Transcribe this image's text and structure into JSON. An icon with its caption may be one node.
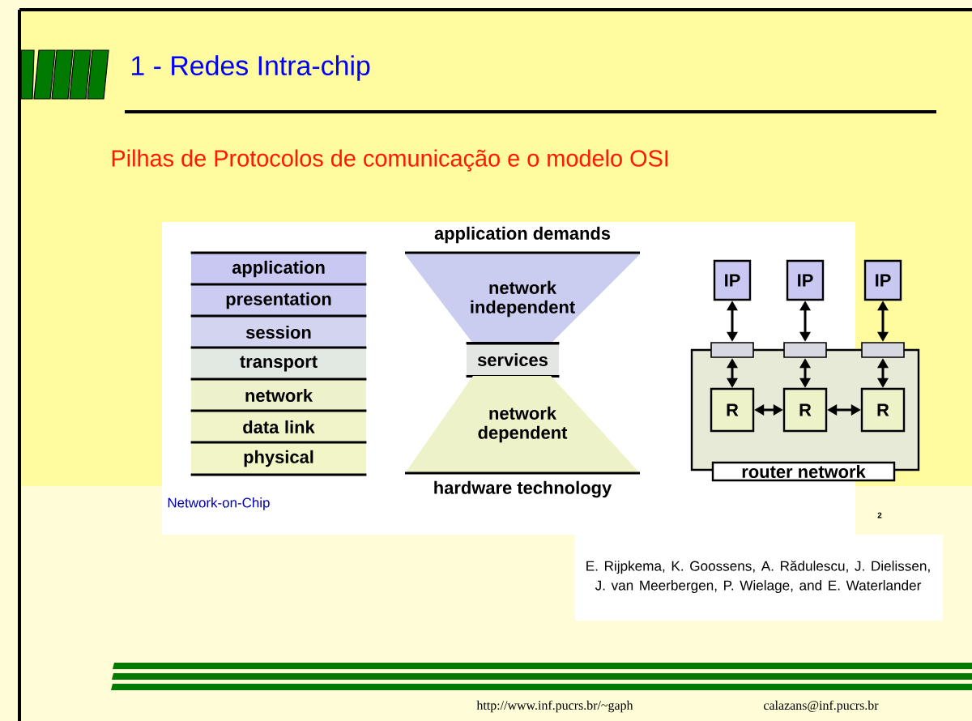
{
  "diagram": {
    "title": "1 - Redes Intra-chip",
    "nodes": [
      {
        "text": [
          "application"
        ]
      },
      {
        "text": [
          "presentation"
        ]
      },
      {
        "text": [
          "session"
        ]
      },
      {
        "text": [
          "transport"
        ]
      },
      {
        "text": [
          "network"
        ]
      },
      {
        "text": [
          "data link"
        ]
      },
      {
        "text": [
          "physical"
        ]
      },
      {
        "text": [
          "network independent"
        ]
      },
      {
        "text": [
          "services"
        ]
      },
      {
        "text": [
          "network dependent"
        ]
      },
      {
        "text": [
          "IP"
        ]
      },
      {
        "text": [
          "IP"
        ]
      },
      {
        "text": [
          "IP"
        ]
      },
      {
        "text": [
          "router network"
        ]
      },
      {
        "text": [],
        "shape": "box",
        "in": 13
      },
      {
        "text": [],
        "shape": "box",
        "in": 13
      },
      {
        "text": [],
        "shape": "box",
        "in": 13
      },
      {
        "text": [
          "R"
        ],
        "in": 13
      },
      {
        "text": [
          "R"
        ],
        "in": 13
      },
      {
        "text": [
          "R"
        ],
        "in": 13
      }
    ],
    "edges": [
      {
        "from": 10,
        "to": 14,
        "arrow": "both"
      },
      {
        "from": 11,
        "to": 15,
        "arrow": "both"
      },
      {
        "from": 12,
        "to": 16,
        "arrow": "both"
      },
      {
        "from": 14,
        "to": 17,
        "arrow": "both"
      },
      {
        "from": 15,
        "to": 18,
        "arrow": "both"
      },
      {
        "from": 16,
        "to": 19,
        "arrow": "both"
      },
      {
        "from": 17,
        "to": 18,
        "arrow": "both"
      },
      {
        "from": 18,
        "to": 19,
        "arrow": "both"
      }
    ],
    "labels": [
      "Pilhas de Protocolos de comunicação  e o modelo OSI",
      "application demands",
      "hardware technology",
      "Network-on-Chip",
      "2",
      "E. Rijpkema, K. Goossens, A. Rădulescu, J. Dielissen, J. van Meerbergen, P. Wielage, and E. Waterlander",
      "http://www.inf.pucrs.br/~gaph",
      "calazans@inf.pucrs.br"
    ]
  }
}
